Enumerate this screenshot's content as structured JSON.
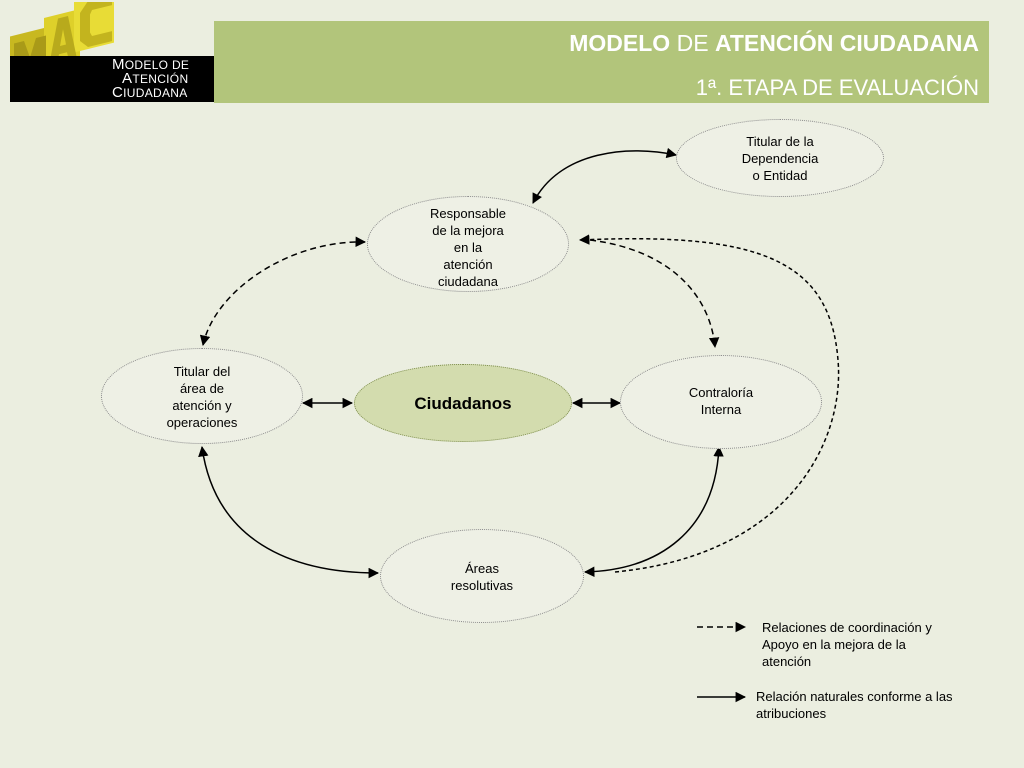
{
  "logo": {
    "letters": "MAC",
    "line1_cap": "M",
    "line1_rest": "ODELO DE",
    "line2_cap": "A",
    "line2_rest": "TENCIÓN",
    "line3_cap": "C",
    "line3_rest": "IUDADANA"
  },
  "header": {
    "title_part1": "MODELO",
    "title_part2": " DE ",
    "title_part3": "ATENCIÓN CIUDADANA",
    "subtitle": "1ª. ETAPA DE EVALUACIÓN"
  },
  "nodes": {
    "titular_dependencia": "Titular de la\nDependencia\no Entidad",
    "responsable": "Responsable\nde la mejora\nen la\natención\nciudadana",
    "titular_area": "Titular del\nárea de\natención y\noperaciones",
    "ciudadanos": "Ciudadanos",
    "contraloria": "Contraloría\nInterna",
    "areas": "Áreas\nresolutivas"
  },
  "legend": {
    "dashed": "Relaciones de coordinación y\nApoyo en la mejora de la\natención",
    "solid": "Relación naturales conforme a las\natribuciones"
  },
  "colors": {
    "background": "#ebeee0",
    "header": "#b2c57b",
    "center_node": "#d3dcae",
    "logo_yellow": "#e8d72c"
  }
}
